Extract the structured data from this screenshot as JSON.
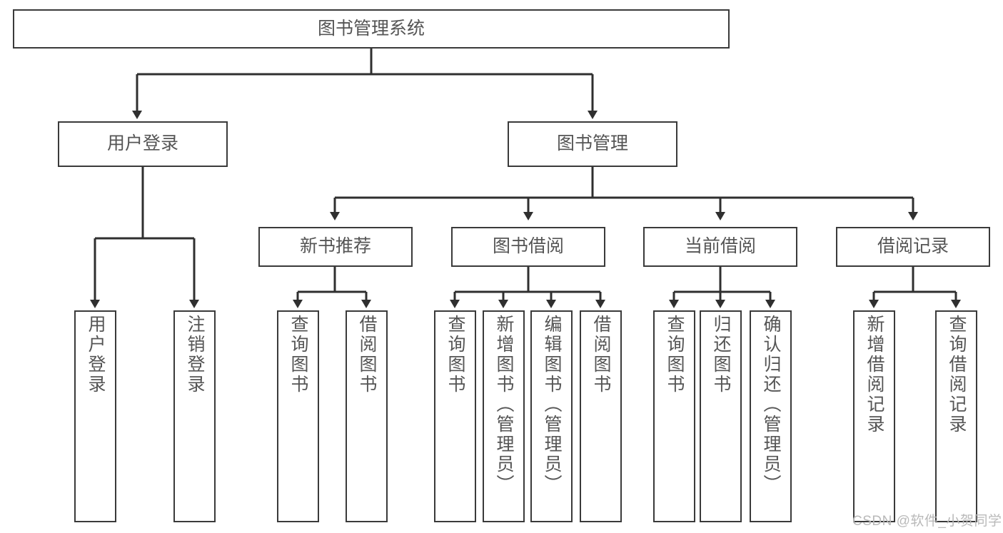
{
  "diagram": {
    "title": "图书管理系统",
    "type": "tree-hierarchy-diagram",
    "colors": {
      "box_border": "#3a3a3a",
      "box_fill": "#ffffff",
      "edge": "#2f2f2f",
      "text": "#555555",
      "watermark": "#b9b9b9",
      "background": "#ffffff"
    },
    "root": {
      "label": "图书管理系统"
    },
    "level2": [
      {
        "label": "用户登录"
      },
      {
        "label": "图书管理"
      }
    ],
    "level3": [
      {
        "label": "新书推荐"
      },
      {
        "label": "图书借阅"
      },
      {
        "label": "当前借阅"
      },
      {
        "label": "借阅记录"
      }
    ],
    "leaves": {
      "user_login": [
        {
          "label": "用户登录"
        },
        {
          "label": "注销登录"
        }
      ],
      "new_book_recommend": [
        {
          "label": "查询图书"
        },
        {
          "label": "借阅图书"
        }
      ],
      "book_borrow": [
        {
          "label": "查询图书"
        },
        {
          "label": "新增图书（管理员）"
        },
        {
          "label": "编辑图书（管理员）"
        },
        {
          "label": "借阅图书"
        }
      ],
      "current_borrow": [
        {
          "label": "查询图书"
        },
        {
          "label": "归还图书"
        },
        {
          "label": "确认归还（管理员）"
        }
      ],
      "borrow_record": [
        {
          "label": "新增借阅记录"
        },
        {
          "label": "查询借阅记录"
        }
      ]
    }
  },
  "watermark": {
    "text": "CSDN @软件_小贺同学"
  }
}
